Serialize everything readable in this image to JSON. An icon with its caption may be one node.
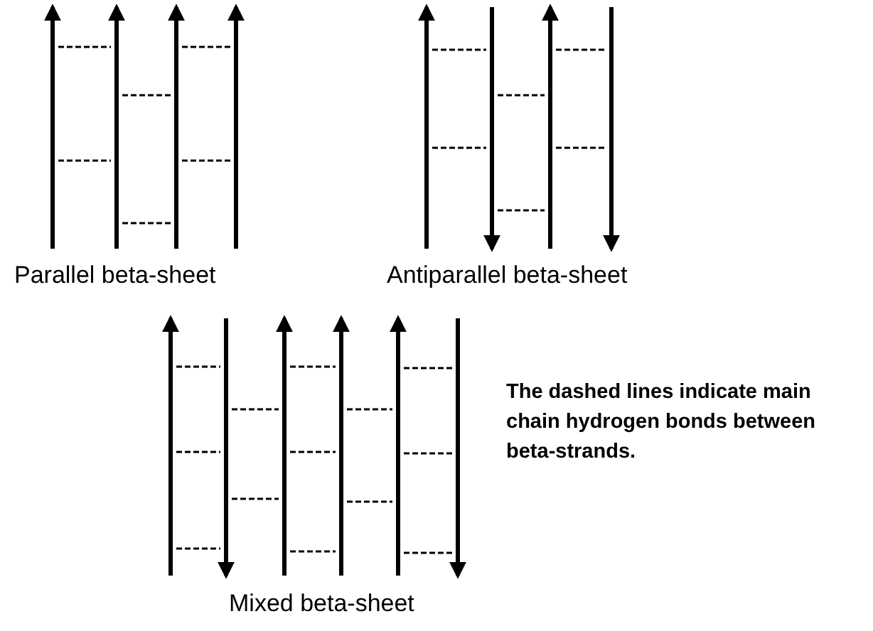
{
  "diagram": {
    "labels": [
      "Parallel beta-sheet",
      "Antiparallel beta-sheet",
      "Mixed beta-sheet",
      "The dashed lines indicate main chain hydrogen bonds between beta-strands."
    ]
  }
}
